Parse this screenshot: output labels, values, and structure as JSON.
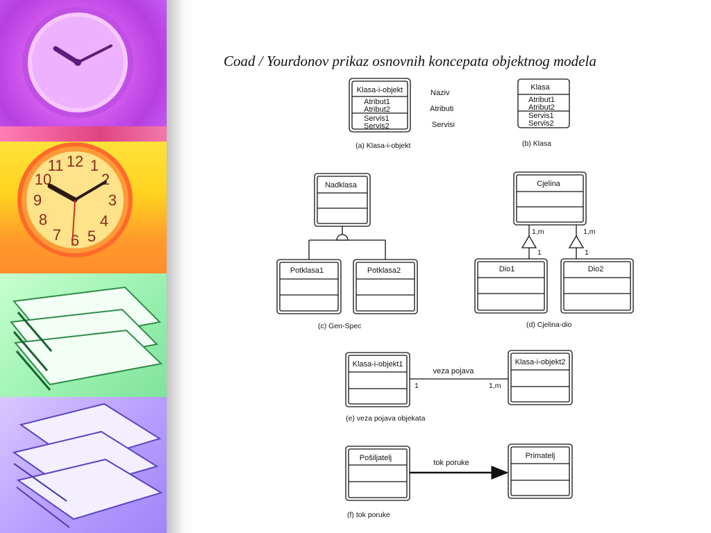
{
  "title": "Coad / Yourdonov prikaz osnovnih koncepata objektnog modela",
  "diagram": {
    "a": {
      "box_name": "Klasa-i-objekt",
      "attributes": [
        "Atribut1",
        "Atribut2"
      ],
      "services": [
        "Servis1",
        "Servis2"
      ],
      "side_labels": [
        "Naziv",
        "Atributi",
        "Servisi"
      ],
      "caption": "(a) Klasa-i-objekt"
    },
    "b": {
      "box_name": "Klasa",
      "attributes": [
        "Atribut1",
        "Atribut2"
      ],
      "services": [
        "Servis1",
        "Servis2"
      ],
      "caption": "(b) Klasa"
    },
    "c": {
      "superclass": "Nadklasa",
      "subclass1": "Potklasa1",
      "subclass2": "Potklasa2",
      "caption": "(c) Gen-Spec"
    },
    "d": {
      "whole": "Cjelina",
      "part1": "Dio1",
      "part2": "Dio2",
      "mult_whole": "1,m",
      "mult_part": "1",
      "caption": "(d) Cjelina-dio"
    },
    "e": {
      "object1": "Klasa-i-objekt1",
      "object2": "Klasa-i-objekt2",
      "link_label": "veza pojava",
      "mult_left": "1",
      "mult_right": "1,m",
      "caption": "(e) veza pojava objekata"
    },
    "f": {
      "sender": "Pošiljatelj",
      "receiver": "Primatelj",
      "message_label": "tok poruke",
      "caption": "(f) tok poruke"
    }
  }
}
